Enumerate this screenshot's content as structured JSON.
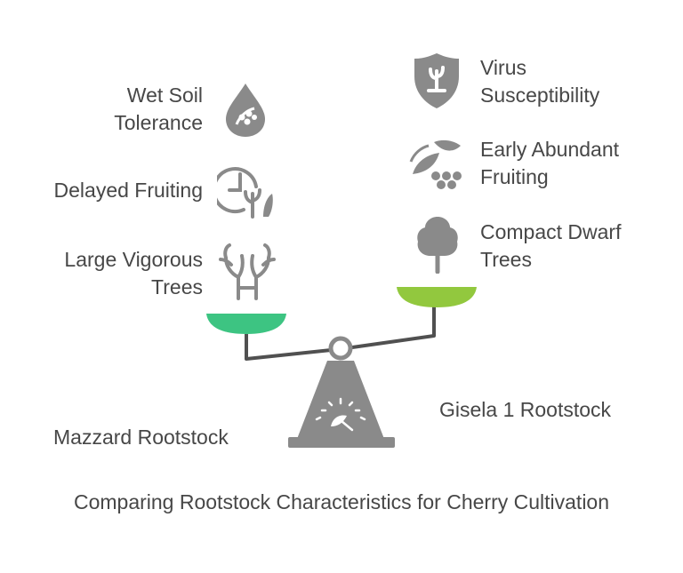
{
  "left_side": {
    "name": "Mazzard Rootstock",
    "items": [
      {
        "label_lines": [
          "Wet Soil",
          "Tolerance"
        ],
        "icon": "water-drop-leaf-icon"
      },
      {
        "label_lines": [
          "Delayed Fruiting"
        ],
        "icon": "clock-sprout-icon"
      },
      {
        "label_lines": [
          "Large Vigorous",
          "Trees"
        ],
        "icon": "large-tree-icon"
      }
    ],
    "pan_color": "#3dc482"
  },
  "right_side": {
    "name": "Gisela 1 Rootstock",
    "items": [
      {
        "label_lines": [
          "Virus",
          "Susceptibility"
        ],
        "icon": "shield-virus-icon"
      },
      {
        "label_lines": [
          "Early Abundant",
          "Fruiting"
        ],
        "icon": "leaves-berries-icon"
      },
      {
        "label_lines": [
          "Compact Dwarf",
          "Trees"
        ],
        "icon": "small-tree-icon"
      }
    ],
    "pan_color": "#92c83e"
  },
  "caption": "Comparing Rootstock Characteristics for Cherry Cultivation",
  "colors": {
    "icon": "#8a8a8a",
    "text": "#474747"
  }
}
